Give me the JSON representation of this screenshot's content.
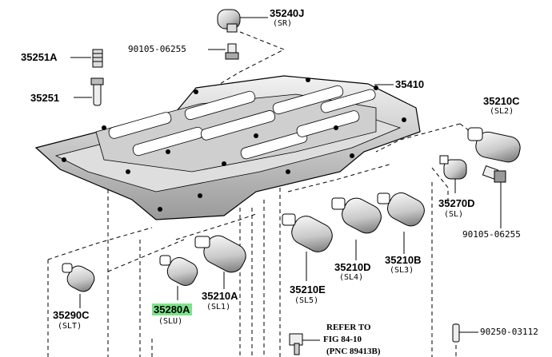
{
  "parts": {
    "p35240J": {
      "number": "35240J",
      "code": "(SR)"
    },
    "p90105_top": {
      "number": "90105-06255"
    },
    "p35251A": {
      "number": "35251A"
    },
    "p35251": {
      "number": "35251"
    },
    "p35410": {
      "number": "35410"
    },
    "p35210C": {
      "number": "35210C",
      "code": "(SL2)"
    },
    "p35270D": {
      "number": "35270D",
      "code": "(SL)"
    },
    "p90105_right": {
      "number": "90105-06255"
    },
    "p35210D": {
      "number": "35210D",
      "code": "(SL4)"
    },
    "p35210B": {
      "number": "35210B",
      "code": "(SL3)"
    },
    "p35210E": {
      "number": "35210E",
      "code": "(SL5)"
    },
    "p35210A": {
      "number": "35210A",
      "code": "(SL1)"
    },
    "p35280A": {
      "number": "35280A",
      "code": "(SLU)"
    },
    "p35290C": {
      "number": "35290C",
      "code": "(SLT)"
    },
    "p90250": {
      "number": "90250-03112"
    }
  },
  "reference": {
    "line1": "REFER TO",
    "line2": "FIG 84-10",
    "line3": "(PNC 89413B)"
  },
  "colors": {
    "highlight": "#7de38a",
    "ink": "#000000"
  },
  "icons": [
    "solenoid-valve-icon",
    "bolt-icon",
    "spring-icon",
    "pin-icon",
    "valve-body-icon",
    "sensor-icon"
  ]
}
